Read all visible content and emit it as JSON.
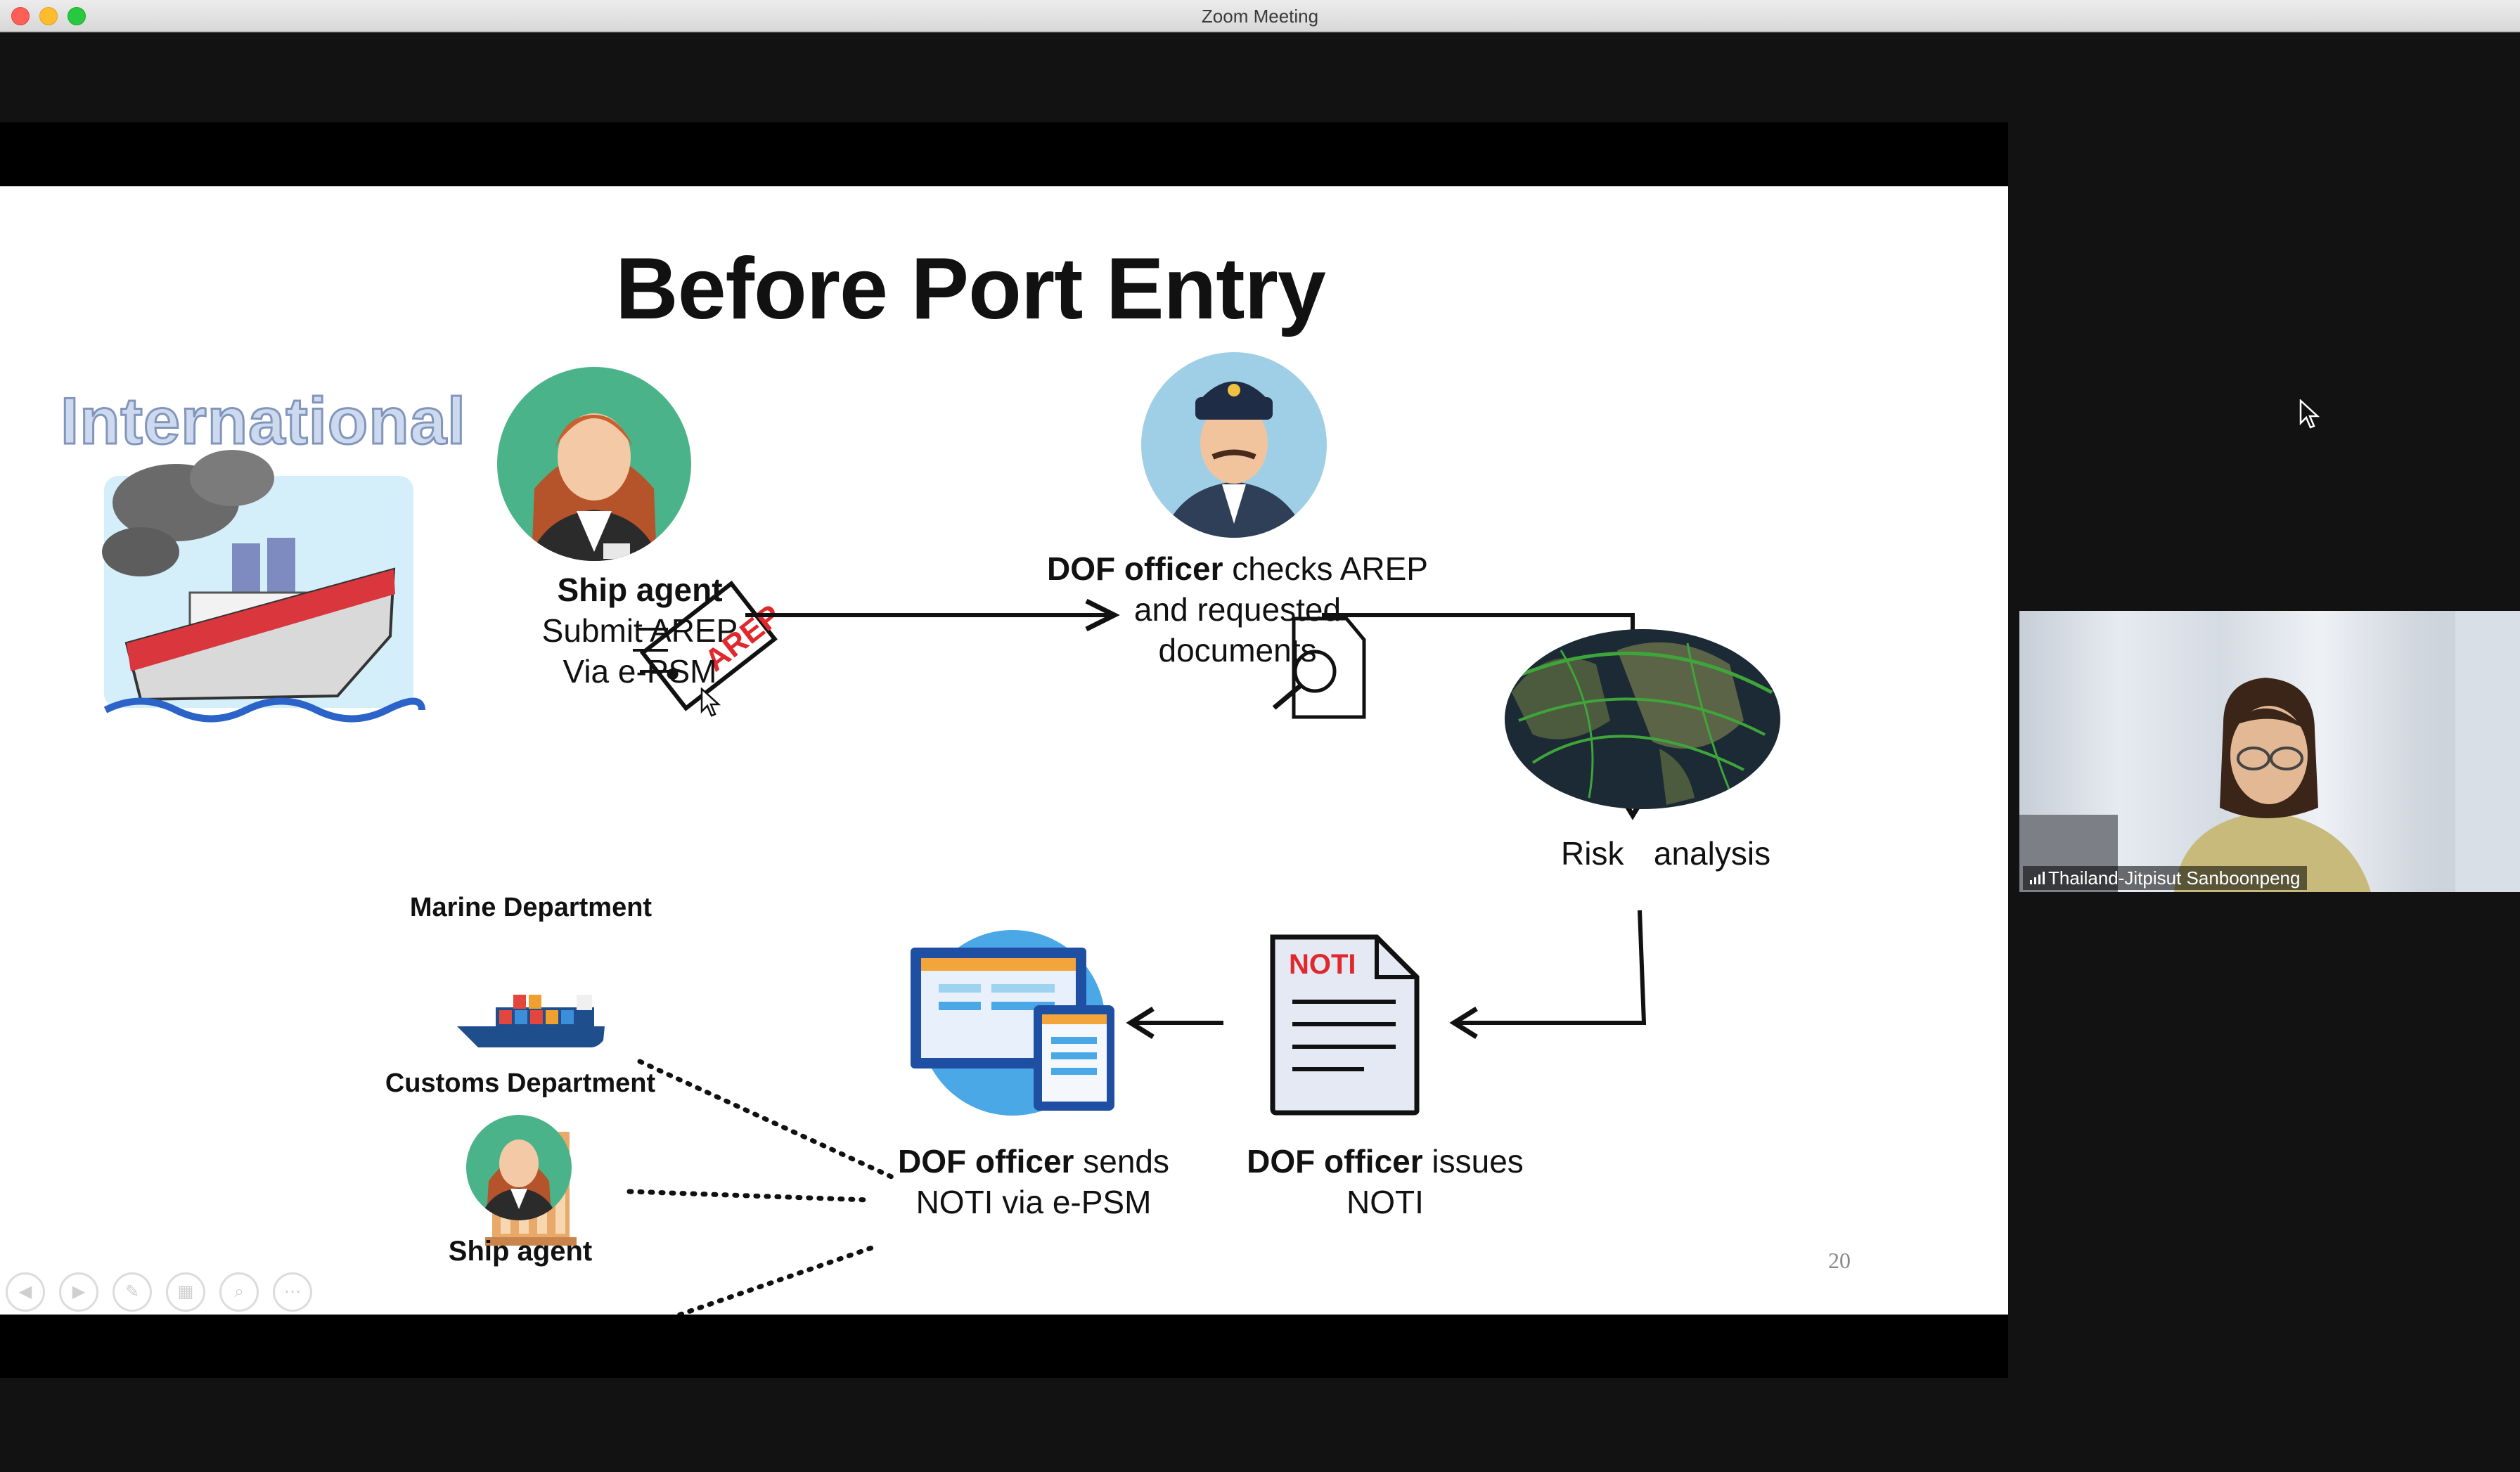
{
  "window": {
    "title": "Zoom Meeting"
  },
  "slide": {
    "title": "Before Port Entry",
    "international": "International",
    "page_number": "20",
    "ship_agent": {
      "bold": "Ship agent",
      "line2": "Submit AREP",
      "line3": "Via e-PSM"
    },
    "arep_tag": "AREP",
    "dof_check": {
      "bold": "DOF officer",
      "rest": " checks AREP",
      "line2": "and requested",
      "line3": "documents"
    },
    "risk": {
      "word1": "Risk",
      "word2": "analysis"
    },
    "noti_doc": "NOTI",
    "dof_issue": {
      "bold": "DOF officer",
      "rest": " issues",
      "line2": "NOTI"
    },
    "dof_send": {
      "bold": "DOF officer",
      "rest": " sends",
      "line2": "NOTI via e-PSM"
    },
    "recipients": {
      "marine": "Marine Department",
      "customs": "Customs Department",
      "agent": "Ship agent"
    }
  },
  "participant": {
    "name": "Thailand-Jitpisut Sanboonpeng"
  },
  "colors": {
    "arep_red": "#e0282d",
    "globe_green": "#3fa53a",
    "agent_bg": "#4bb389",
    "officer_bg": "#9fcfe6",
    "computer_bg": "#4aa8e6"
  }
}
